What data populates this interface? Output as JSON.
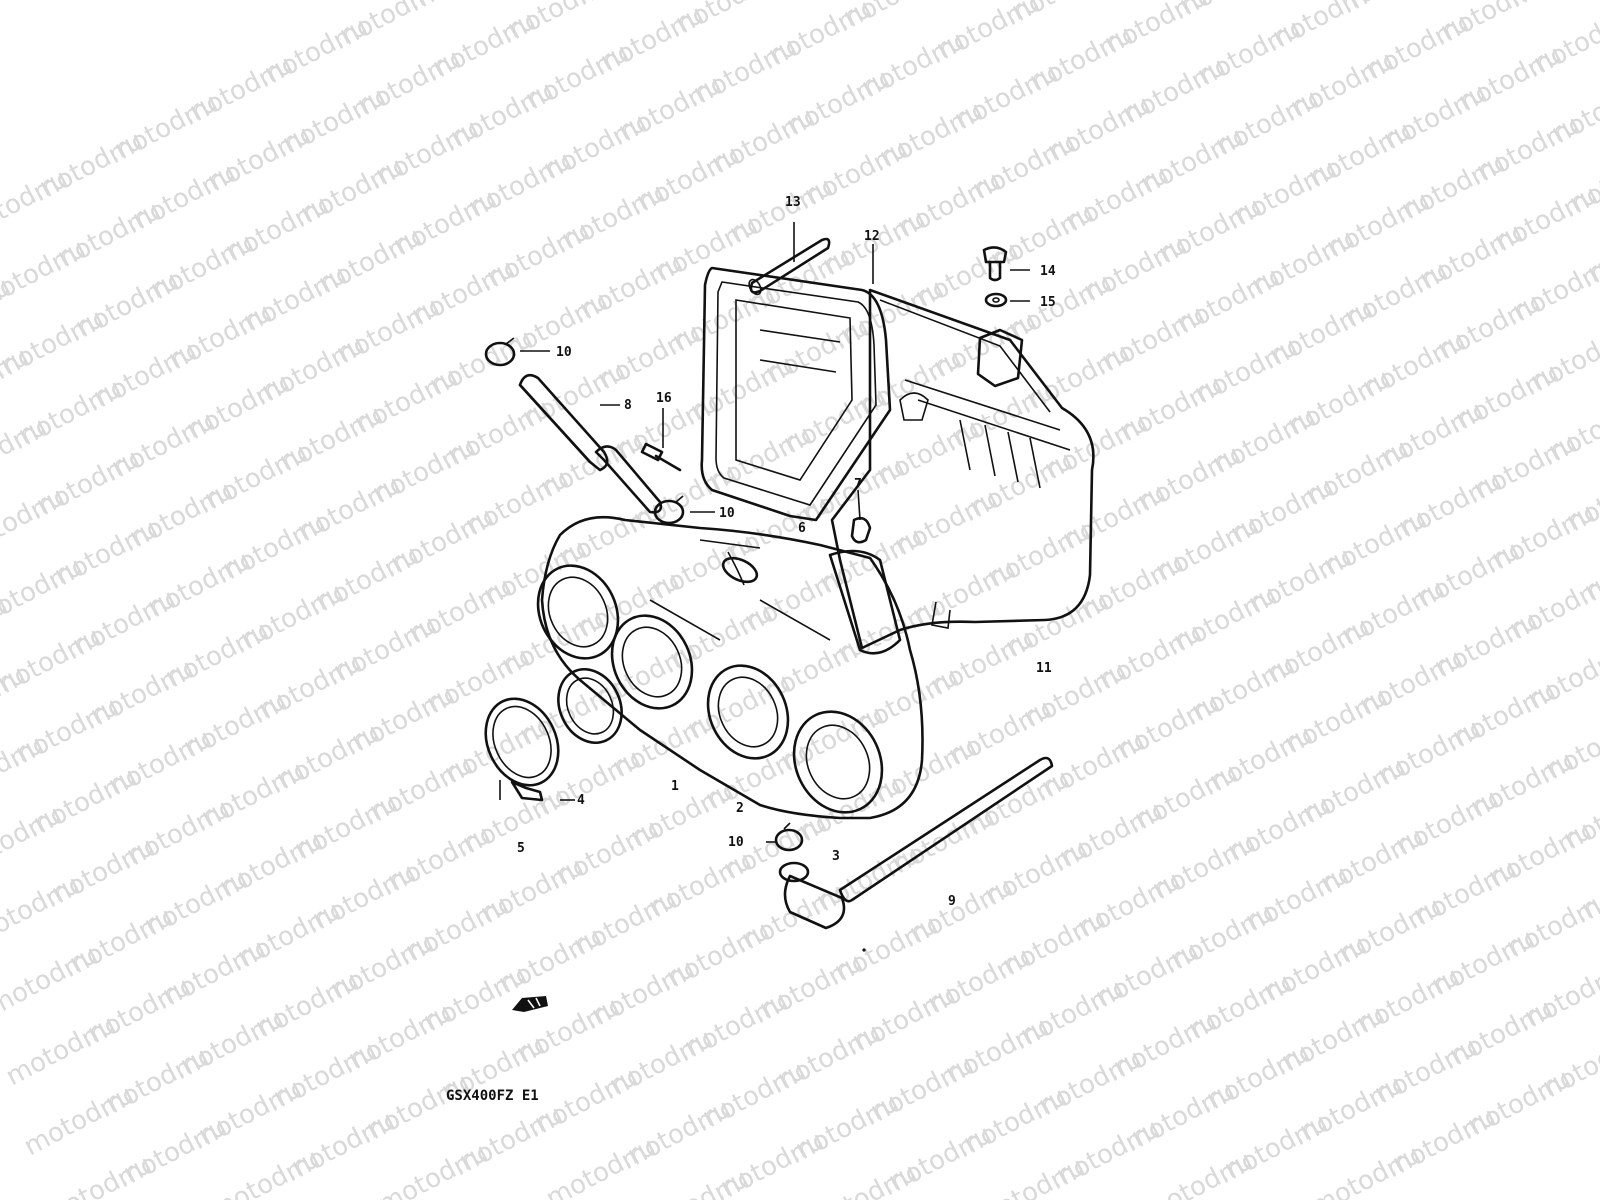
{
  "watermark": {
    "text": "motod.ru",
    "color": "#d9d9d9"
  },
  "callouts": {
    "c1": "1",
    "c2": "2",
    "c3": "3",
    "c4": "4",
    "c5": "5",
    "c6": "6",
    "c7": "7",
    "c8": "8",
    "c9": "9",
    "c10a": "10",
    "c10b": "10",
    "c10c": "10",
    "c11": "11",
    "c12": "12",
    "c13": "13",
    "c14": "14",
    "c15": "15",
    "c16": "16"
  },
  "model_code": "GSX400FZ E1",
  "front_arrow_icon": "front-arrow-icon"
}
